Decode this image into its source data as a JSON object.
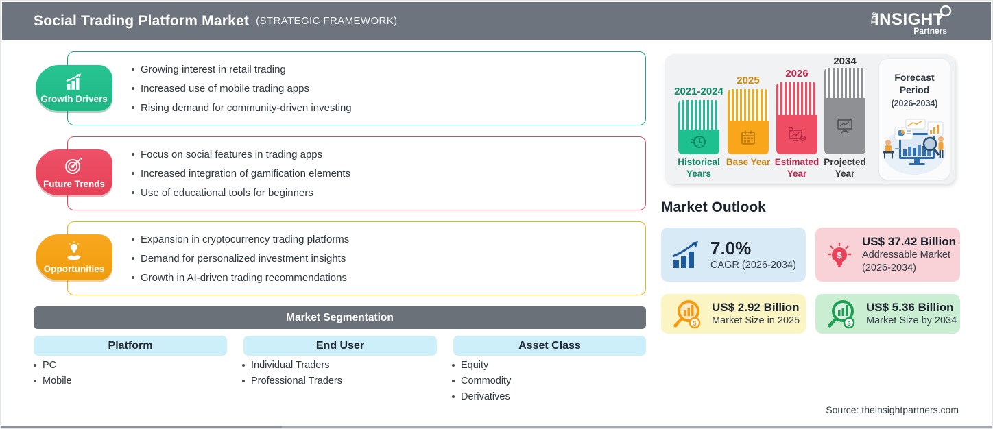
{
  "header": {
    "title": "Social Trading Platform Market",
    "subtitle": "(STRATEGIC FRAMEWORK)",
    "logo": {
      "the": "The",
      "insight": "INSIGHT",
      "partners": "Partners"
    }
  },
  "framework": [
    {
      "label": "Growth Drivers",
      "icon": "growth-chart-icon",
      "accent_color": "#1eb683",
      "border_color": "#17a77c",
      "bullets": [
        "Growing interest in retail trading",
        "Increased use of mobile trading apps",
        "Rising demand for community-driven investing"
      ]
    },
    {
      "label": "Future Trends",
      "icon": "target-dart-icon",
      "accent_color": "#e54157",
      "border_color": "#e34458",
      "bullets": [
        "Focus on social features in trading apps",
        "Increased integration of gamification elements",
        "Use of educational tools for beginners"
      ]
    },
    {
      "label": "Opportunities",
      "icon": "hand-bulb-icon",
      "accent_color": "#f09c0c",
      "border_color": "#f0b400",
      "bullets": [
        "Expansion in cryptocurrency trading platforms",
        "Demand for personalized investment insights",
        "Growth in AI-driven trading recommendations"
      ]
    }
  ],
  "segmentation": {
    "title": "Market Segmentation",
    "columns": [
      {
        "header": "Platform",
        "items": [
          "PC",
          "Mobile"
        ]
      },
      {
        "header": "End User",
        "items": [
          "Individual Traders",
          "Professional Traders"
        ]
      },
      {
        "header": "Asset Class",
        "items": [
          "Equity",
          "Commodity",
          "Derivatives"
        ]
      }
    ]
  },
  "timeline": {
    "bars": [
      {
        "year": "2021-2024",
        "label": "Historical Years",
        "color": "#1fc08f",
        "label_color": "#0e8a68",
        "icon": "history-clock-icon"
      },
      {
        "year": "2025",
        "label": "Base Year",
        "color": "#f9a61a",
        "label_color": "#c8860d",
        "icon": "calendar-icon"
      },
      {
        "year": "2026",
        "label": "Estimated Year",
        "color": "#ee4d64",
        "label_color": "#c2264b",
        "icon": "forecast-monitor-icon"
      },
      {
        "year": "2034",
        "label": "Projected Year",
        "color": "#8f9093",
        "label_color": "#3a3a3a",
        "icon": "projection-screen-icon"
      }
    ],
    "forecast_panel": {
      "title": "Forecast Period",
      "range": "(2026-2034)",
      "illustration": "analytics-illustration"
    }
  },
  "outlook": {
    "title": "Market Outlook",
    "cards": [
      {
        "value": "7.0%",
        "line1": "CAGR (2026-2034)",
        "line2": "",
        "bg": "#d8eaf6",
        "icon": "cagr-bars-icon"
      },
      {
        "value": "US$ 37.42 Billion",
        "line1": "Addressable Market",
        "line2": "(2026-2034)",
        "bg": "#f8d2d6",
        "icon": "bulb-dollar-icon"
      },
      {
        "value": "US$ 2.92 Billion",
        "line1": "Market Size in 2025",
        "line2": "",
        "bg": "#fbf5c4",
        "icon": "magnifier-chart-orange-icon"
      },
      {
        "value": "US$ 5.36 Billion",
        "line1": "Market Size by 2034",
        "line2": "",
        "bg": "#c9eed2",
        "icon": "magnifier-chart-green-icon"
      }
    ]
  },
  "source": "Source: theinsightpartners.com"
}
